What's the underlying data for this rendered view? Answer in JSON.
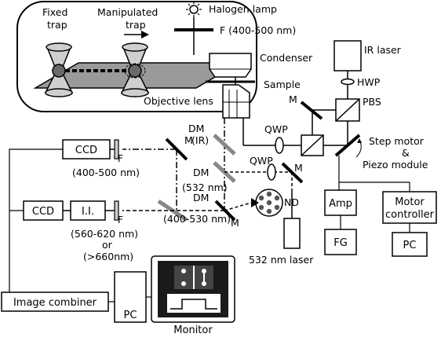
{
  "inset": {
    "fixed_trap": [
      "Fixed",
      "trap"
    ],
    "manipulated_trap": [
      "Manipulated",
      "trap"
    ]
  },
  "components": {
    "halogen_lamp": "Halogen lamp",
    "filter_top": "F (400-500 nm)",
    "condenser": "Condenser",
    "sample": "Sample",
    "objective_lens": "Objective lens",
    "ir_laser": "IR laser",
    "hwp": "HWP",
    "pbs": "PBS",
    "mirror": "M",
    "qwp": "QWP",
    "dm_ir": [
      "DM",
      "(IR)"
    ],
    "dm_532": [
      "DM",
      "(532 nm)"
    ],
    "dm_400_530": "DM (400-530 nm)",
    "nd": "ND",
    "laser_532": "532 nm laser",
    "step_motor": [
      "Step motor",
      "&",
      "Piezo module"
    ],
    "amp": "Amp",
    "fg": "FG",
    "motor_controller": [
      "Motor",
      "controller"
    ],
    "pc": "PC",
    "ccd": "CCD",
    "ii": "I.I.",
    "filter": "F",
    "filter_upper_range": "(400-500 nm)",
    "filter_lower_range": [
      "(560-620 nm)",
      "or",
      "(>660nm)"
    ],
    "image_combiner": "Image combiner",
    "monitor": "Monitor"
  }
}
